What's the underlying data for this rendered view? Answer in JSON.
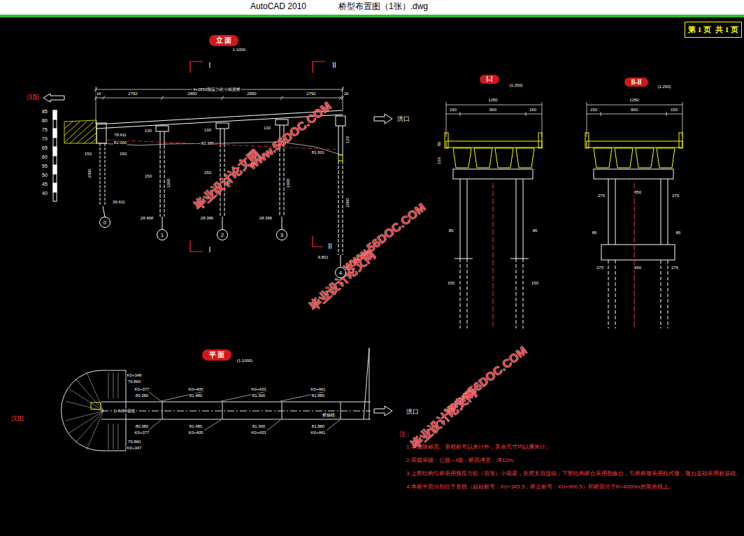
{
  "diagram": {
    "nodes": [
      {
        "text": [
          "立 面"
        ]
      },
      {
        "text": [
          "I-I"
        ]
      },
      {
        "text": [
          "II-II"
        ]
      },
      {
        "text": [
          "平 面"
        ]
      },
      {
        "text": [
          "第 1 页",
          "共 1 页"
        ]
      },
      {
        "text": [
          "0"
        ]
      },
      {
        "text": [
          "1"
        ]
      },
      {
        "text": [
          "2"
        ]
      },
      {
        "text": [
          "3"
        ]
      },
      {
        "text": [
          "4"
        ]
      }
    ],
    "labels": [
      "AutoCAD 2010",
      "桥型布置图（1张）.dwg",
      "1:1000",
      "I",
      "II",
      "I",
      "II",
      "汉阳",
      "洪口",
      "4×2850预应力砼小箱梁桥",
      "16",
      "2792",
      "2850",
      "2850",
      "2792",
      "16",
      "85",
      "80",
      "75",
      "70",
      "65",
      "60",
      "55",
      "50",
      "45",
      "40",
      "78.611",
      "82.000",
      "130",
      "150",
      "150",
      "2000",
      "36.611",
      "130",
      "82.386",
      "150",
      "3000",
      "28.468",
      "130",
      "150",
      "3600",
      "28.386",
      "3600",
      "28.396",
      "81.601",
      "120",
      "2000",
      "9.801",
      "(1:250)",
      "1250",
      "150",
      "900",
      "150",
      "80",
      "160",
      "85",
      "85",
      "150",
      "150",
      "(1:250)",
      "1250",
      "150",
      "900",
      "150",
      "275",
      "650",
      "275",
      "85",
      "85",
      "275",
      "650",
      "275",
      "(1:1000)",
      "K0+348",
      "79.860",
      "K0+377",
      "80.380",
      "K0+405",
      "81.480",
      "K0+433",
      "81.300",
      "K0+461",
      "81.880",
      "80.380",
      "K0+377",
      "81.480",
      "K0+405",
      "81.300",
      "K0+433",
      "81.880",
      "K0+461",
      "79.860",
      "K0+347",
      "D-80伸缩缝",
      "桥轴线",
      "汉阳",
      "洪口",
      "注：",
      "1.本图除标高、里程桩号以米计外，其余尺寸均以厘米计。",
      "2.荷载等级：公路—I级，桥面净宽：净12m。",
      "3.上部结构引桥采用预应力砼（后张）小箱梁，先简支后连续；下部结构桥台采用肋板台，引桥桥墩采用柱式墩，墩台基础采用桩基础。",
      "4.本桥平面分别位于直线（起始桩号：K0+345.5，终止桩号：K0+900.5）和桥面位于R=4000m的竖曲线上。",
      "www.56DOC.COM",
      "毕业设计论文网",
      "www.56DOC.COM",
      "毕业设计论文网",
      "www.56DOC.COM",
      "毕业设计论文网"
    ]
  }
}
